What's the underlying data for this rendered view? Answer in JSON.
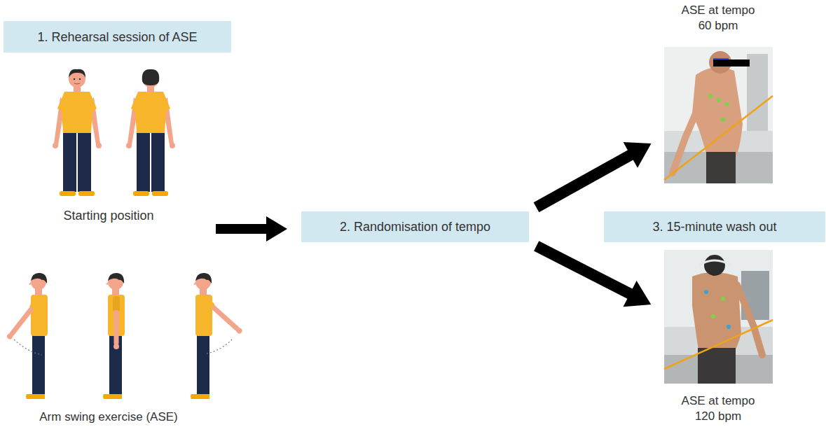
{
  "diagram": {
    "nodes": [
      {
        "text": [
          "1. Rehearsal session of ASE"
        ]
      },
      {
        "text": [
          "2. Randomisation of tempo"
        ]
      },
      {
        "text": [
          "ASE at tempo 60 bpm"
        ]
      },
      {
        "text": [
          "3. 15-minute wash out"
        ]
      },
      {
        "text": [
          "ASE at tempo 120 bpm"
        ]
      }
    ],
    "edges": [
      {
        "from": 1,
        "to": 2,
        "arrow": "to"
      },
      {
        "from": 1,
        "to": 4,
        "arrow": "to"
      }
    ],
    "labels": [
      "Starting position",
      "Arm swing exercise (ASE)"
    ]
  }
}
